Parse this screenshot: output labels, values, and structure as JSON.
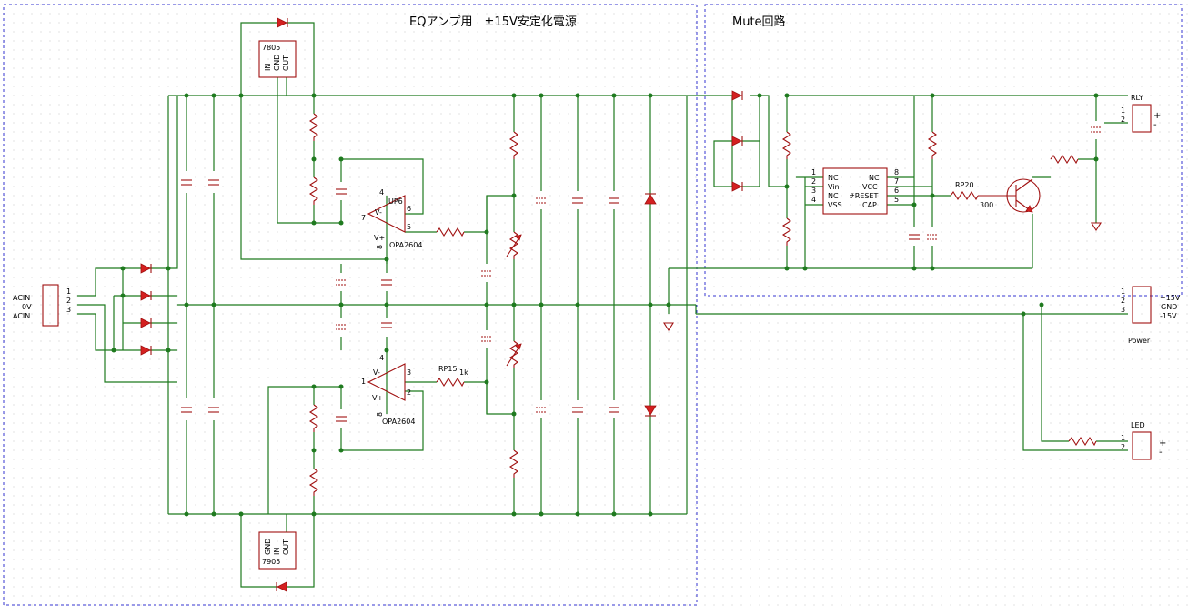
{
  "regions": {
    "psu_title": "EQアンプ用　±15V安定化電源",
    "mute_title": "Mute回路"
  },
  "parts": {
    "reg_top": "7805",
    "reg_bottom": "7905",
    "reg_top_pins": [
      "IN",
      "GND",
      "OUT"
    ],
    "reg_bottom_pins": [
      "GND",
      "IN",
      "OUT"
    ],
    "opamp_upper_ref": "UP6",
    "opamp_upper_name": "OPA2604",
    "opamp_lower_name": "OPA2604",
    "opamp_upper_pins": {
      "v_minus_pin": "4",
      "out_pin": "6",
      "in_pin": "7",
      "in2_pin": "5",
      "v_plus_pin": "8",
      "v_minus": "V-",
      "v_plus": "V+"
    },
    "opamp_lower_pins": {
      "v_minus_pin": "4",
      "out_pin": "1",
      "in_pin": "3",
      "in2_pin": "2",
      "v_plus_pin": "8",
      "v_minus": "V-",
      "v_plus": "V+"
    },
    "rp15_ref": "RP15",
    "rp15_val": "1k",
    "rp20_ref": "RP20",
    "rp20_val": "300",
    "plus_sign": "+",
    "minus_sign": "-"
  },
  "connectors": {
    "acin": {
      "labels": [
        "ACIN",
        "0V",
        "ACIN"
      ],
      "pins": [
        "1",
        "2",
        "3"
      ]
    },
    "power": {
      "name": "Power",
      "labels": [
        "+15V",
        "GND",
        "-15V"
      ],
      "pins": [
        "1",
        "2",
        "3"
      ]
    },
    "rly": {
      "name": "RLY",
      "pins": [
        "1",
        "2"
      ]
    },
    "led": {
      "name": "LED",
      "pins": [
        "1",
        "2"
      ]
    }
  },
  "mute_ic": {
    "left_pins": [
      {
        "num": "1",
        "name": "NC"
      },
      {
        "num": "2",
        "name": "Vin"
      },
      {
        "num": "3",
        "name": "NC"
      },
      {
        "num": "4",
        "name": "VSS"
      }
    ],
    "right_pins": [
      {
        "num": "8",
        "name": "NC"
      },
      {
        "num": "7",
        "name": "VCC"
      },
      {
        "num": "6",
        "name": "#RESET"
      },
      {
        "num": "5",
        "name": "CAP"
      }
    ]
  },
  "colors": {
    "wire": "#1f7a1f",
    "part": "#a01010",
    "frame": "#3535d0",
    "grid_dot": "#c8c8c8"
  }
}
